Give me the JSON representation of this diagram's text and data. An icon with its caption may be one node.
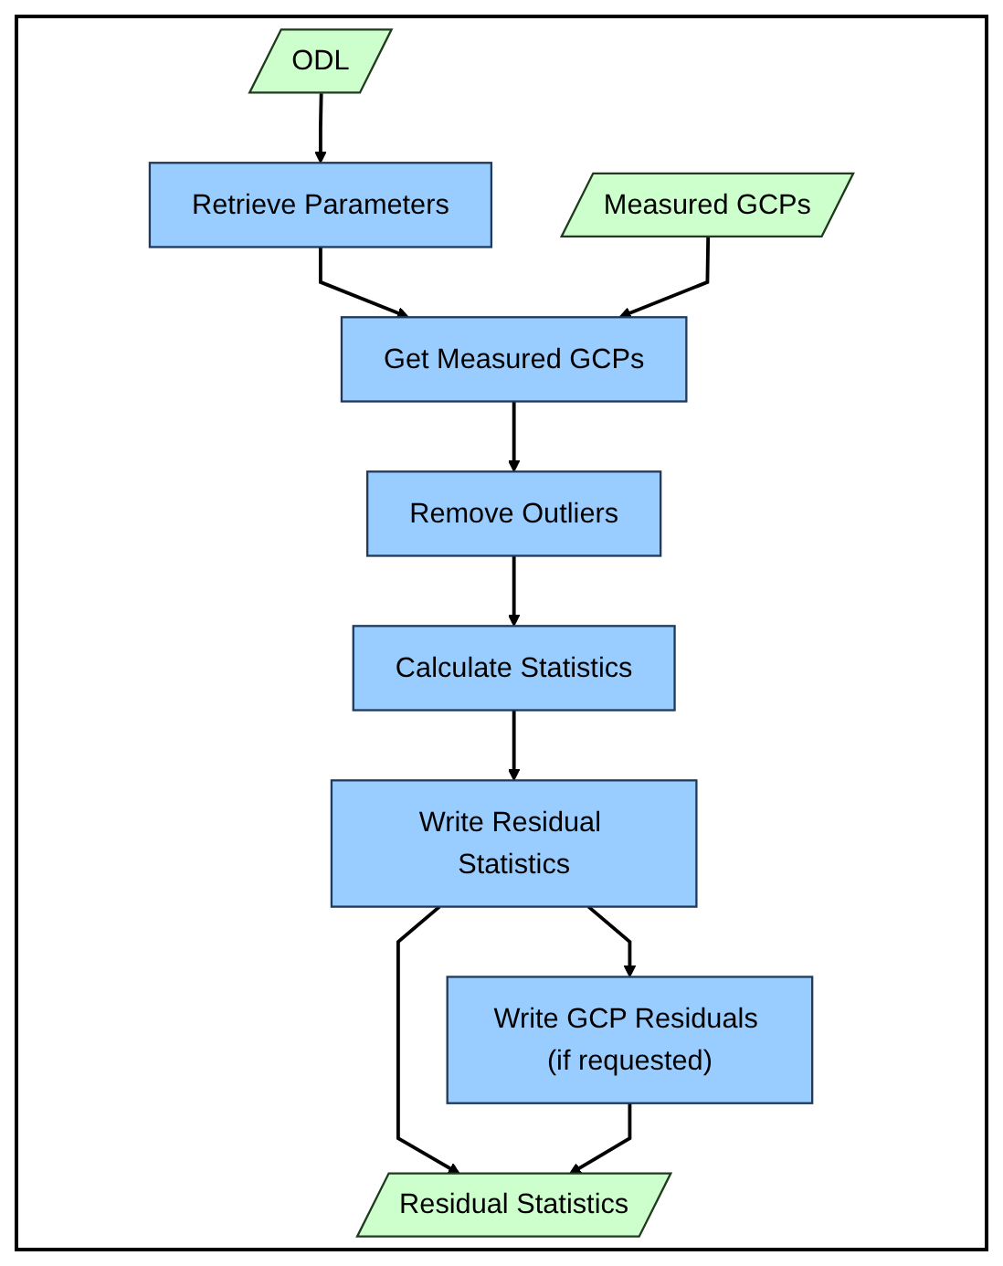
{
  "diagram": {
    "nodes": [
      {
        "text": [
          "ODL"
        ]
      },
      {
        "text": [
          "Retrieve Parameters"
        ]
      },
      {
        "text": [
          "Measured GCPs"
        ]
      },
      {
        "text": [
          "Get Measured GCPs"
        ]
      },
      {
        "text": [
          "Remove Outliers"
        ]
      },
      {
        "text": [
          "Calculate Statistics"
        ]
      },
      {
        "text": [
          "Write Residual Statistics"
        ]
      },
      {
        "text": [
          "Residual Statistics"
        ]
      },
      {
        "text": [
          "Write GCP Residuals (if requested)"
        ]
      }
    ],
    "edges": [
      {
        "from": 0,
        "to": 1,
        "arrow": "to"
      },
      {
        "from": 1,
        "to": 3,
        "arrow": "to"
      },
      {
        "from": 2,
        "to": 3,
        "arrow": "to"
      },
      {
        "from": 3,
        "to": 4,
        "arrow": "to"
      },
      {
        "from": 4,
        "to": 5,
        "arrow": "to"
      },
      {
        "from": 5,
        "to": 6,
        "arrow": "to"
      },
      {
        "from": 6,
        "to": 7,
        "arrow": "to"
      },
      {
        "from": 6,
        "to": 8,
        "arrow": "to"
      },
      {
        "from": 8,
        "to": 7,
        "arrow": "to"
      }
    ]
  }
}
